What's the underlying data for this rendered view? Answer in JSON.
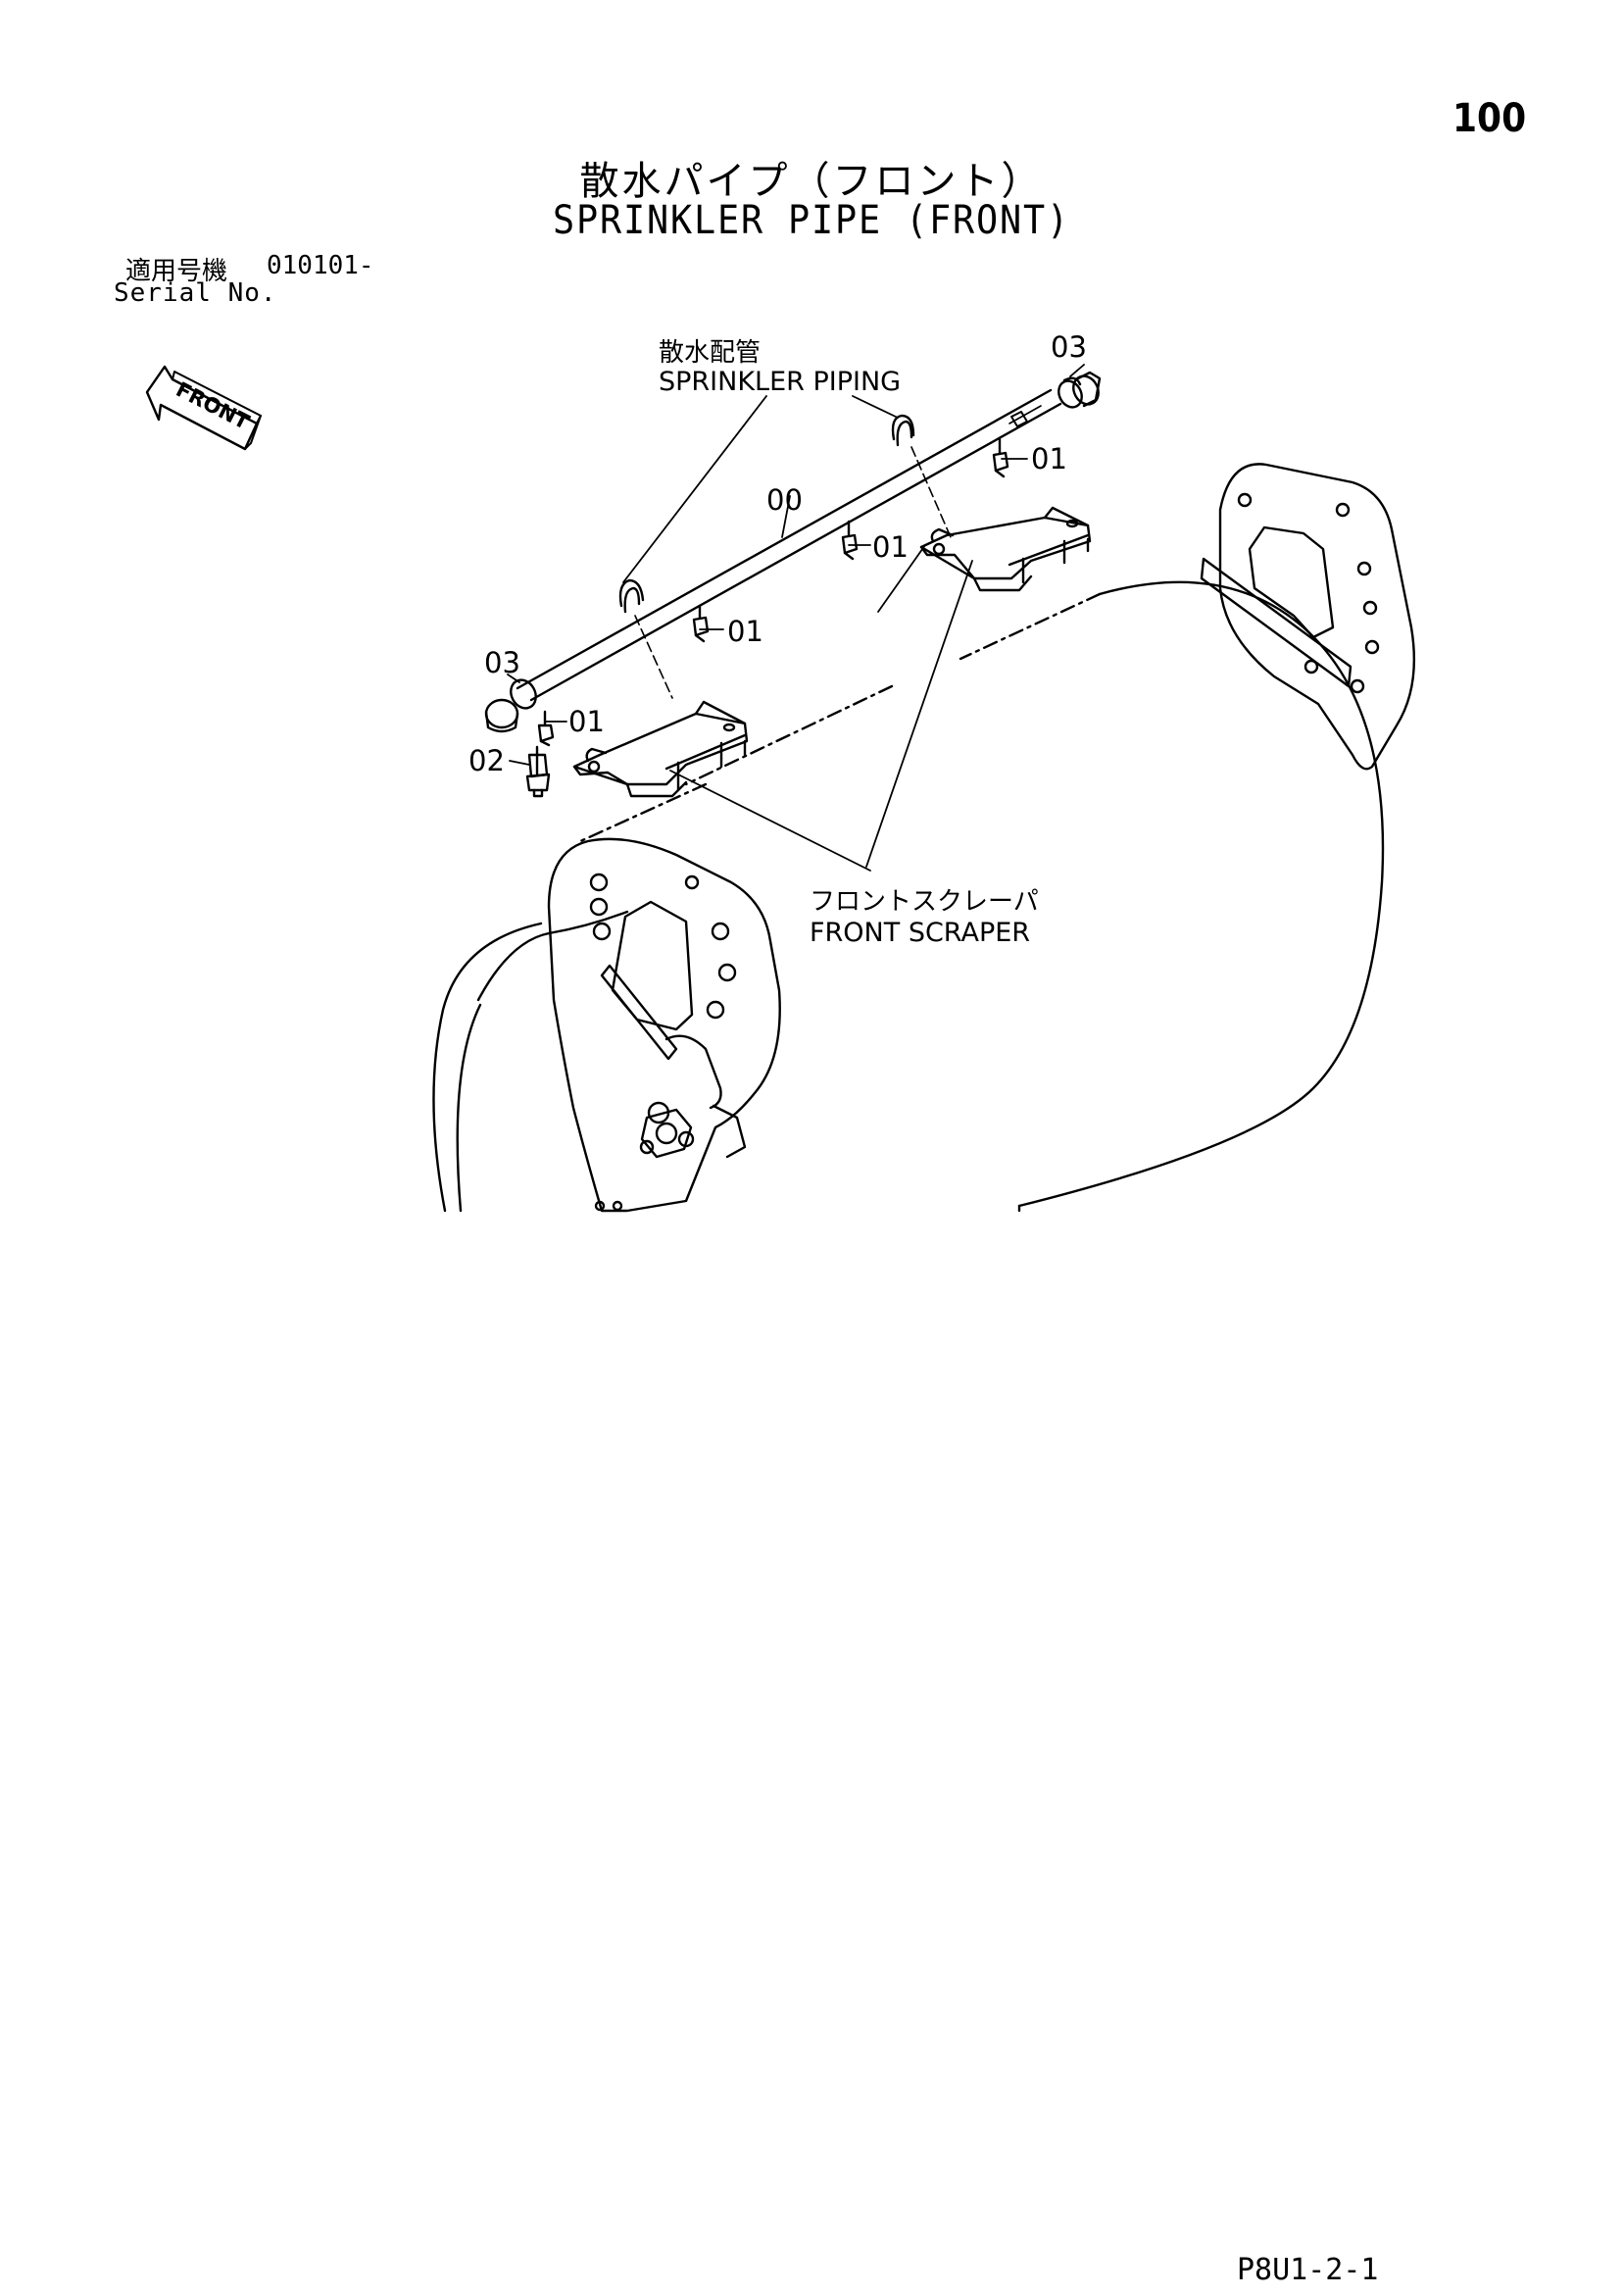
{
  "page_number": "100",
  "title_ja": "散水パイプ（フロント）",
  "title_en": "SPRINKLER PIPE (FRONT)",
  "serial": {
    "label_ja": "適用号機",
    "value": "010101-",
    "label_en": "Serial No."
  },
  "front_arrow_label": "FRONT",
  "callouts": {
    "piping_ja": "散水配管",
    "piping_en": "SPRINKLER PIPING",
    "scraper_ja": "フロントスクレーパ",
    "scraper_en": "FRONT SCRAPER"
  },
  "part_numbers": {
    "p00": "00",
    "p01": "01",
    "p02": "02",
    "p03": "03"
  },
  "footer_code": "P8U1-2-1"
}
